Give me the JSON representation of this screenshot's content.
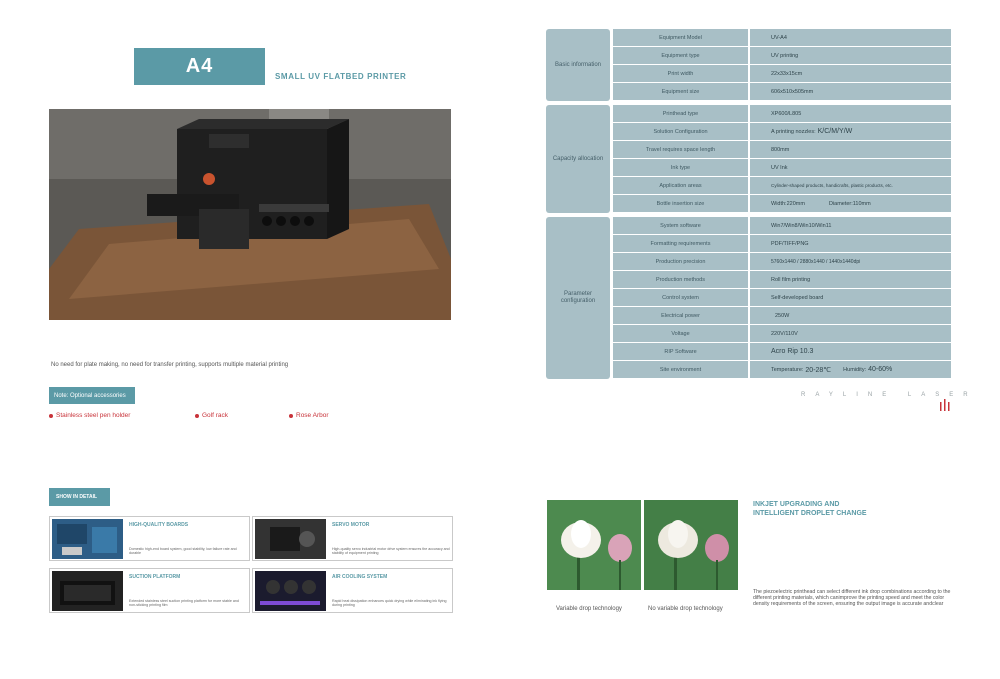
{
  "header": {
    "model_badge": "A4",
    "subtitle": "SMALL UV FLATBED PRINTER"
  },
  "tagline": "No need for plate making, no need for transfer printing, supports multiple material printing",
  "accessories": {
    "note_label": "Note: Optional accessories",
    "items": [
      "Stainless steel pen holder",
      "Golf rack",
      "Rose Arbor"
    ]
  },
  "detail": {
    "button_label": "SHOW IN DETAIL",
    "cards": [
      {
        "title": "HIGH-QUALITY BOARDS",
        "text": "Domestic high-end board system, good stability, low failure rate and durable"
      },
      {
        "title": "SERVO MOTOR",
        "text": "High-quality servo industrial motor drive system ensures the accuracy and stability of equipment printing"
      },
      {
        "title": "SUCTION PLATFORM",
        "text": "Extended stainless steel suction printing platform for more stable and non-sticking printing film"
      },
      {
        "title": "AIR COOLING SYSTEM",
        "text": "Rapid heat dissipation enhances quick drying while eliminating ink flying during printing"
      }
    ]
  },
  "spec": {
    "groups": [
      {
        "category": "Basic information",
        "rows": [
          {
            "k": "Equipment Model",
            "v": "UV-A4"
          },
          {
            "k": "Equipment type",
            "v": "UV printing"
          },
          {
            "k": "Print width",
            "v": "22x33x15cm"
          },
          {
            "k": "Equipment size",
            "v": "606x510x505mm"
          }
        ]
      },
      {
        "category": "Capacity allocation",
        "rows": [
          {
            "k": "Printhead type",
            "v": "XP600/L805"
          },
          {
            "k": "Solution Configuration",
            "v": "A printing nozzles:",
            "v2": "K/C/M/Y/W"
          },
          {
            "k": "Travel requires space length",
            "v": "800mm"
          },
          {
            "k": "Ink type",
            "v": "UV Ink"
          },
          {
            "k": "Application areas",
            "v": "Cylinder-shaped products, handicrafts, plastic products,  etc."
          },
          {
            "k": "Bottle insertion size",
            "v": "Width:220mm",
            "v2": "Diameter:110mm"
          }
        ]
      },
      {
        "category": "Parameter configuration",
        "rows": [
          {
            "k": "System software",
            "v": "Win7/Win8/Win10/Win11"
          },
          {
            "k": "Formatting requirements",
            "v": "PDF/TIFF/PNG"
          },
          {
            "k": "Production precision",
            "v": "5760x1440 / 2880x1440 / 1440x1440dpi"
          },
          {
            "k": "Production methods",
            "v": "Roll film printing"
          },
          {
            "k": "Control system",
            "v": "Self-developed board"
          },
          {
            "k": "Electrical power",
            "v": "250W"
          },
          {
            "k": "Voltage",
            "v": "220V/110V"
          },
          {
            "k": "RIP Software",
            "v": "Acro Rip 10.3"
          },
          {
            "k": "Site environment",
            "v": "Temperature:",
            "v2": "20-28℃",
            "v3": "Humidity:",
            "v4": "40-60%"
          }
        ]
      }
    ]
  },
  "brand": "RAYLINE LASER",
  "inkjet": {
    "title_line1": "INKJET UPGRADING AND",
    "title_line2": "INTELLIGENT DROPLET CHANGE",
    "body": "The piezoelectric printhead can select different ink drop combinations according to the different printing materials, which canimprove the printing speed and meet the color density requirements of the screen, ensuring the output image is accurate andclear",
    "captions": [
      "Variable drop technology",
      "No variable drop technology"
    ]
  },
  "colors": {
    "accent": "#5b9aa6",
    "table_fill": "#a8bfc6",
    "accessory_red": "#c8333a"
  }
}
